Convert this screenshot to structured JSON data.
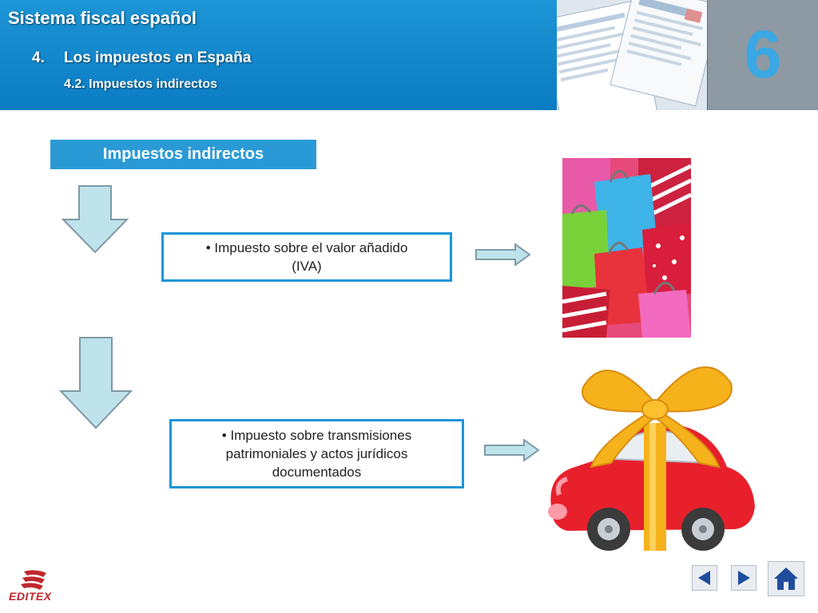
{
  "header": {
    "title": "Sistema fiscal español",
    "section_number": "4.",
    "section_title": "Los impuestos en España",
    "subsection": "4.2. Impuestos indirectos",
    "chapter": "6"
  },
  "banner": {
    "label": "Impuestos indirectos"
  },
  "items": [
    {
      "text_line1": "• Impuesto sobre el valor añadido",
      "text_line2": "(IVA)",
      "image": "shopping-bags-image"
    },
    {
      "text_line1": "• Impuesto sobre transmisiones",
      "text_line2": "patrimoniales y actos jurídicos",
      "text_line3": "documentados",
      "image": "gift-car-image"
    }
  ],
  "footer": {
    "logo_text": "EDITEX",
    "nav": {
      "prev": "arrow-left-icon",
      "next": "arrow-right-icon",
      "home": "home-icon"
    }
  },
  "colors": {
    "header_blue": "#1d95d6",
    "banner_blue": "#2a9ad6",
    "chapter_box": "#8d99a3",
    "arrow_fill": "#bfe3ea",
    "arrow_stroke": "#7f9aa6",
    "logo_red": "#c0272d"
  }
}
